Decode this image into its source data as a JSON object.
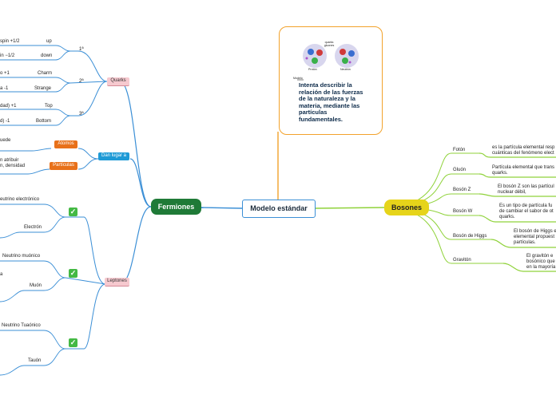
{
  "center": {
    "label": "Modelo estándar"
  },
  "info_box": {
    "text": "Intenta describir la relación de las fuerzas de la naturaleza y la materia, mediante las partículas fundamentales.",
    "image_labels": {
      "proton": "Protón",
      "neutron": "Neutrón",
      "gluons": "quarks gluones",
      "caption": "Modelo"
    }
  },
  "fermiones": {
    "label": "Fermiones",
    "quarks": {
      "label": "Quarks",
      "generations": [
        {
          "label": "1ª",
          "items": [
            {
              "name": "up",
              "prop": "spin +1/2"
            },
            {
              "name": "down",
              "prop": "in −1/2"
            }
          ]
        },
        {
          "label": "2ª",
          "items": [
            {
              "name": "Charm",
              "prop": "o +1"
            },
            {
              "name": "Strange",
              "prop": "a -1"
            }
          ]
        },
        {
          "label": "3ª",
          "items": [
            {
              "name": "Top",
              "prop": "dad) +1"
            },
            {
              "name": "Bottom",
              "prop": "d) -1"
            }
          ]
        }
      ]
    },
    "dan_lugar": {
      "label": "Dan lugar a",
      "atomos": {
        "label": "Átomos",
        "desc": "uede"
      },
      "particulas": {
        "label": "Partículas",
        "desc": "n atribuir\nn, densidad"
      }
    },
    "leptones": {
      "label": "Leptones",
      "pairs": [
        {
          "check": "✓",
          "neutrino": "eutrino electrónico",
          "lepton": "Electrón"
        },
        {
          "check": "✓",
          "neutrino": "Neutrino muónico",
          "lepton": "Muón",
          "extra": "a"
        },
        {
          "check": "✓",
          "neutrino": "Neutrino Tuaónico",
          "lepton": "Tauón"
        }
      ]
    }
  },
  "bosones": {
    "label": "Bosones",
    "items": [
      {
        "name": "Fotón",
        "desc": "es la partícula elemental resp\ncuánticas del fenómeno elect"
      },
      {
        "name": "Gluón",
        "desc": "Partícula elemental que trans\nquarks."
      },
      {
        "name": "Bosón Z",
        "desc": "El bosón Z son las partícul\nnuclear débil,"
      },
      {
        "name": "Bosón W",
        "desc": "Es un tipo de partícula fu\nde cambiar el sabor de ot\nquarks."
      },
      {
        "name": "Bosón de Higgs",
        "desc": "El bosón de Higgs e\nelemental propuest\npartículas."
      },
      {
        "name": "Gravitón",
        "desc": "El gravitón e\nbosónico que\nen la mayoría"
      }
    ]
  },
  "colors": {
    "fermiones": "#1f7a37",
    "bosones": "#e6d41a",
    "center_border": "#3b8fd6",
    "branch_left": "#3b8fd6",
    "branch_right": "#8fd23a",
    "accent_orange": "#f2a22b",
    "quarks_fill": "#f6c9cf",
    "atomos": "#e8711a",
    "dan_lugar": "#1e9ad6"
  }
}
